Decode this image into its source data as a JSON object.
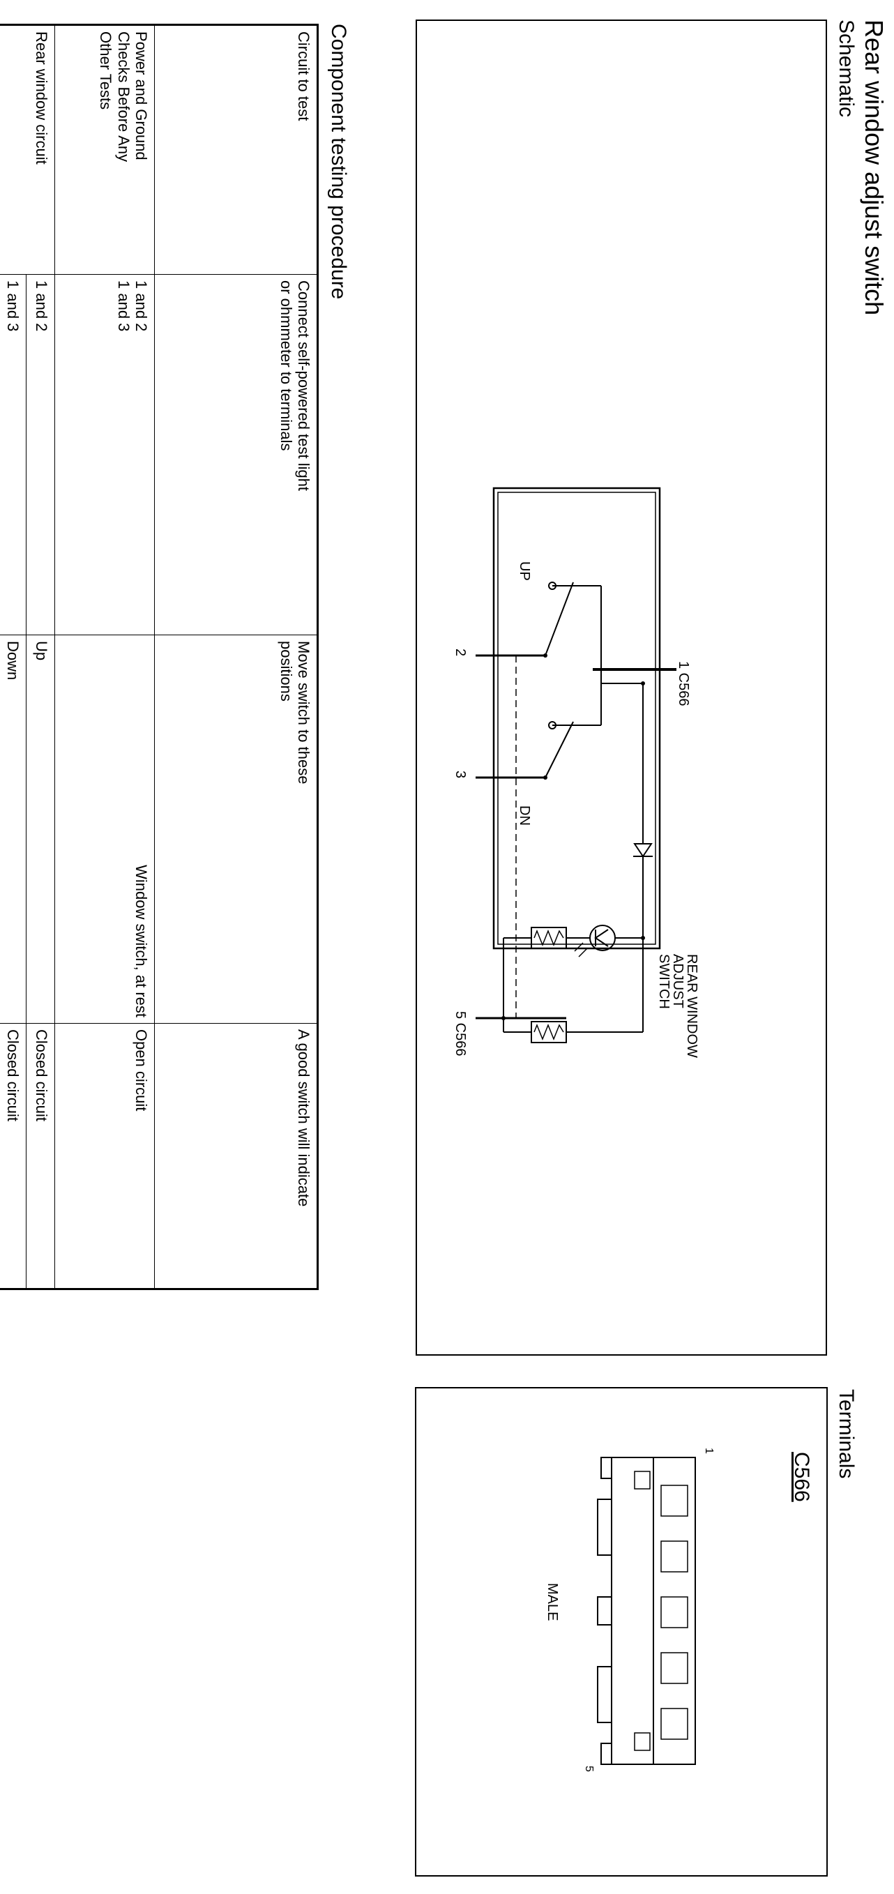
{
  "document": {
    "title": "Rear window adjust switch",
    "schematic_heading": "Schematic",
    "terminals_heading": "Terminals",
    "procedure_heading": "Component testing procedure"
  },
  "schematic": {
    "connector_top": "1  C566",
    "pin_2": "2",
    "pin_3": "3",
    "pin_5": "5  C566",
    "label_up": "UP",
    "label_dn": "DN",
    "component_label": "REAR WINDOW\nADJUST\nSWITCH"
  },
  "terminals": {
    "connector_id": "C566",
    "pin_first": "1",
    "pin_last": "5",
    "gender": "MALE"
  },
  "table": {
    "headers": [
      "Circuit to test",
      "Connect self-powered test light\nor ohmmeter to terminals",
      "Move switch to these\npositions",
      "A good switch will indicate"
    ],
    "rows": [
      {
        "circuit": "Power and Ground\nChecks Before Any\nOther Tests",
        "terminals": "1 and 2\n1 and 3",
        "position": "Window switch, at rest",
        "result": "Open circuit"
      },
      {
        "circuit": "Rear window circuit",
        "terminals": "1 and 2",
        "position": "Up",
        "result": "Closed circuit"
      },
      {
        "circuit": "",
        "terminals": "1 and 3",
        "position": "Down",
        "result": "Closed circuit"
      }
    ]
  }
}
